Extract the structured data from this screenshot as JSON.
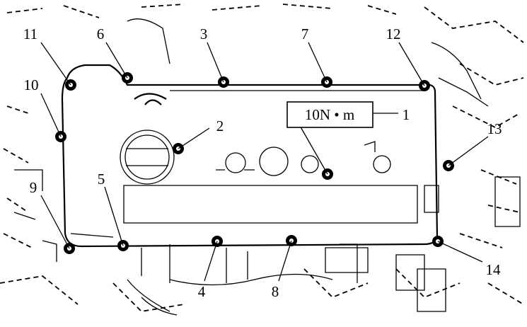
{
  "torque_label": "10N • m",
  "callouts": [
    "1",
    "2",
    "3",
    "4",
    "5",
    "6",
    "7",
    "8",
    "9",
    "10",
    "11",
    "12",
    "13",
    "14"
  ]
}
